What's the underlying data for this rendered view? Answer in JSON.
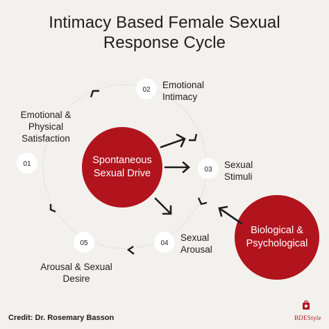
{
  "title_line1": "Intimacy Based Female Sexual",
  "title_line2": "Response Cycle",
  "center_circle": {
    "line1": "Spontaneous",
    "line2": "Sexual Drive"
  },
  "bio_circle": {
    "line1": "Biological &",
    "line2": "Psychological"
  },
  "stages": [
    {
      "number": "01",
      "line1": "Emotional &",
      "line2": "Physical",
      "line3": "Satisfaction"
    },
    {
      "number": "02",
      "line1": "Emotional",
      "line2": "Intimacy"
    },
    {
      "number": "03",
      "line1": "Sexual",
      "line2": "Stimuli"
    },
    {
      "number": "04",
      "line1": "Sexual",
      "line2": "Arousal"
    },
    {
      "number": "05",
      "line1": "Arousal & Sexual",
      "line2": "Desire"
    }
  ],
  "credit": "Credit: Dr. Rosemary Basson",
  "brand": "BDEStyle",
  "colors": {
    "red": "#b1141d",
    "background": "#f3f1ee",
    "ring": "#d6d4d1",
    "text": "#1d1d1d"
  }
}
